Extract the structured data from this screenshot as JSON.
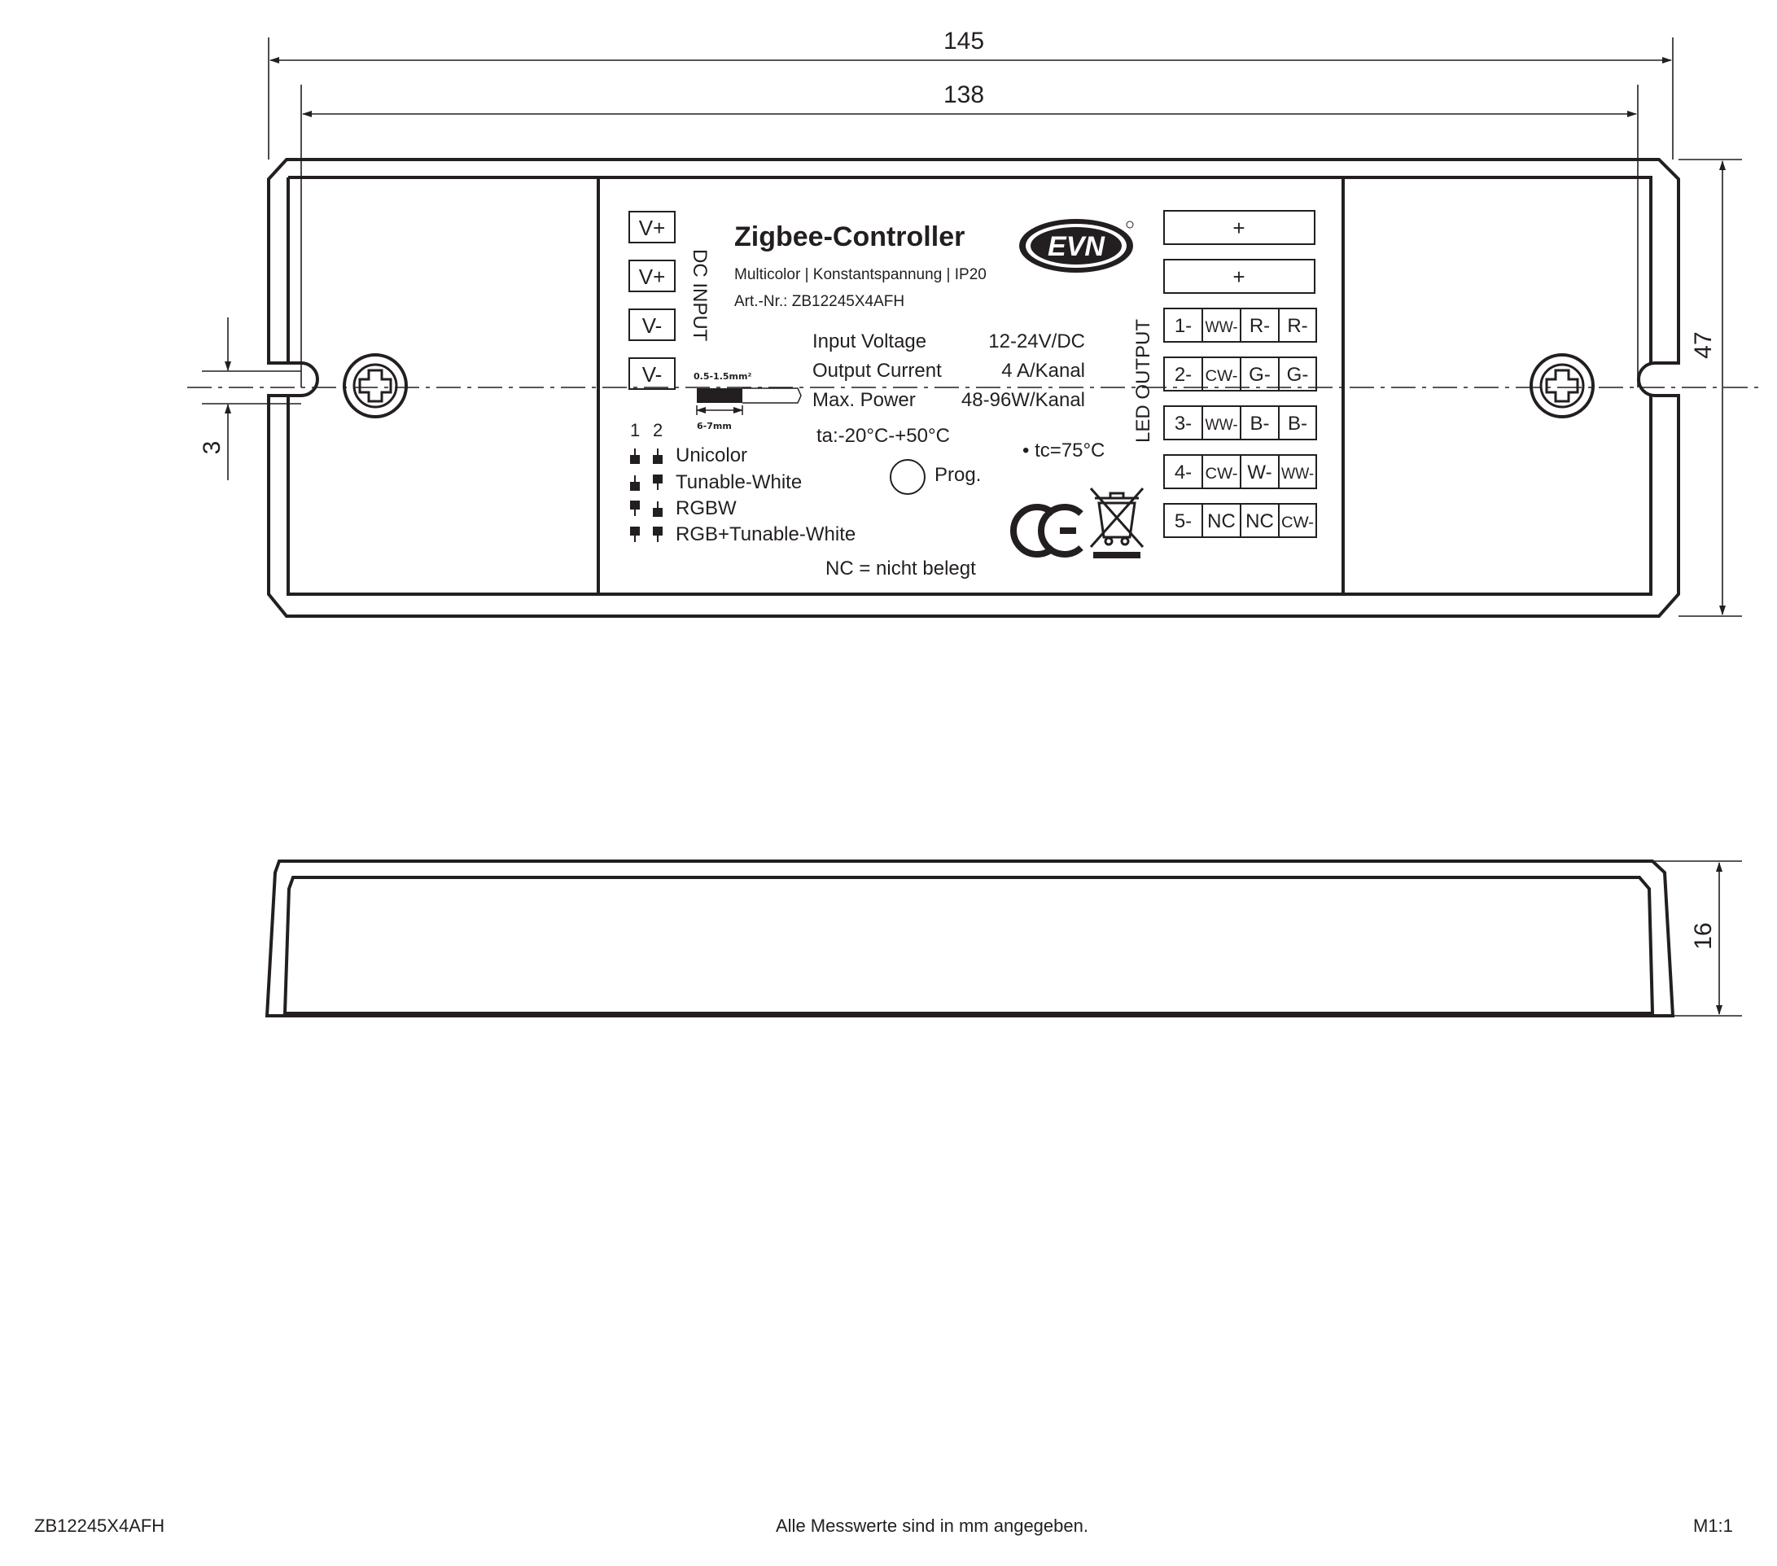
{
  "dimensions": {
    "overall_length": "145",
    "hole_spacing": "138",
    "height": "47",
    "slot_width": "3",
    "thickness": "16"
  },
  "label": {
    "title": "Zigbee-Controller",
    "subtitle": "Multicolor | Konstantspannung | IP20",
    "article": "Art.-Nr.: ZB12245X4AFH",
    "logo": "EVN",
    "dc_input_label": "DC INPUT",
    "led_output_label": "LED OUTPUT",
    "input_terminals": [
      "V+",
      "V+",
      "V-",
      "V-"
    ],
    "wire_cross_section": "0.5-1.5mm²",
    "strip_length": "6-7mm",
    "specs": [
      {
        "name": "Input Voltage",
        "value": "12-24V/DC"
      },
      {
        "name": "Output Current",
        "value": "4 A/Kanal"
      },
      {
        "name": "Max. Power",
        "value": "48-96W/Kanal"
      }
    ],
    "ambient_temp": "ta:-20°C-+50°C",
    "case_temp": "• tc=75°C",
    "prog_label": "Prog.",
    "dip_header": [
      "1",
      "2"
    ],
    "modes": [
      "Unicolor",
      "Tunable-White",
      "RGBW",
      "RGB+Tunable-White"
    ],
    "nc_note": "NC = nicht belegt",
    "ce_mark": "CE",
    "output_plus": [
      "+",
      "+"
    ],
    "output_rows": [
      [
        "1-",
        "WW-",
        "R-",
        "R-"
      ],
      [
        "2-",
        "CW-",
        "G-",
        "G-"
      ],
      [
        "3-",
        "WW-",
        "B-",
        "B-"
      ],
      [
        "4-",
        "CW-",
        "W-",
        "WW-"
      ],
      [
        "5-",
        "NC",
        "NC",
        "CW-"
      ]
    ]
  },
  "footer": {
    "left": "ZB12245X4AFH",
    "center": "Alle Messwerte sind in mm angegeben.",
    "right": "M1:1"
  },
  "colors": {
    "line": "#231f20",
    "background": "#ffffff"
  }
}
